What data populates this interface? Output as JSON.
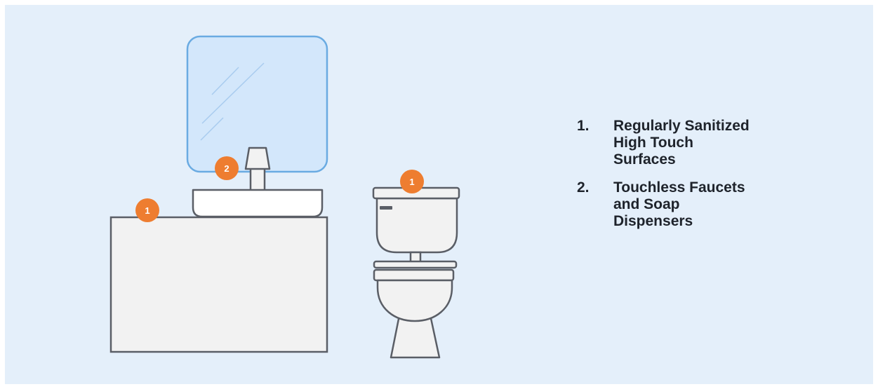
{
  "legend": {
    "items": [
      {
        "number": "1.",
        "text": "Regularly Sanitized High Touch Surfaces"
      },
      {
        "number": "2.",
        "text": "Touchless Faucets and Soap Dispensers"
      }
    ]
  },
  "markers": {
    "vanity_top": "1",
    "faucet": "2",
    "toilet_tank": "1"
  },
  "colors": {
    "background": "#e4effa",
    "mirror_fill": "#d3e7fb",
    "mirror_border": "#6aabe2",
    "fixture_fill": "#f2f2f2",
    "outline": "#5a5e66",
    "badge": "#ee7d30"
  }
}
